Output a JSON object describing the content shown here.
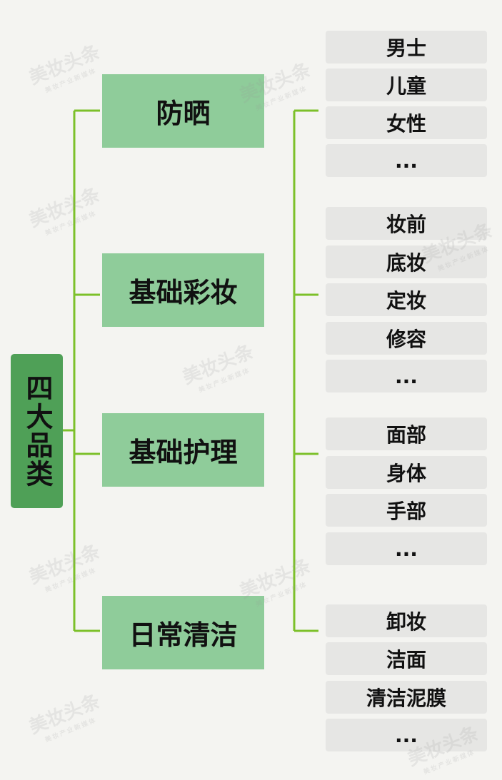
{
  "root": "四大品类",
  "categories": [
    {
      "label": "防晒",
      "items": [
        "男士",
        "儿童",
        "女性",
        "..."
      ]
    },
    {
      "label": "基础彩妆",
      "items": [
        "妆前",
        "底妆",
        "定妆",
        "修容",
        "..."
      ]
    },
    {
      "label": "基础护理",
      "items": [
        "面部",
        "身体",
        "手部",
        "..."
      ]
    },
    {
      "label": "日常清洁",
      "items": [
        "卸妆",
        "洁面",
        "清洁泥膜",
        "..."
      ]
    }
  ],
  "watermark": {
    "brand": "美妆头条",
    "slogan": "美妆产业新媒体"
  },
  "colors": {
    "root_bg": "#4fa057",
    "category_bg": "#8fcc9a",
    "item_bg": "#e6e6e4",
    "line": "#7cc02a"
  }
}
